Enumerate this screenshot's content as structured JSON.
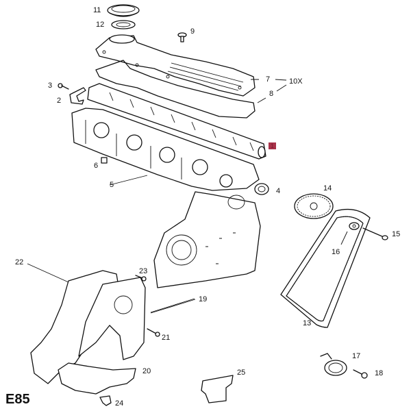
{
  "diagram": {
    "code": "E85",
    "highlight_color": "#a8324a",
    "callouts": [
      {
        "id": "1",
        "highlighted": true
      },
      {
        "id": "2"
      },
      {
        "id": "3"
      },
      {
        "id": "4"
      },
      {
        "id": "5"
      },
      {
        "id": "6"
      },
      {
        "id": "7"
      },
      {
        "id": "8"
      },
      {
        "id": "9"
      },
      {
        "id": "10X"
      },
      {
        "id": "11"
      },
      {
        "id": "12"
      },
      {
        "id": "13"
      },
      {
        "id": "14"
      },
      {
        "id": "15"
      },
      {
        "id": "16"
      },
      {
        "id": "17"
      },
      {
        "id": "18"
      },
      {
        "id": "19"
      },
      {
        "id": "20"
      },
      {
        "id": "21"
      },
      {
        "id": "22"
      },
      {
        "id": "23"
      },
      {
        "id": "24"
      },
      {
        "id": "25"
      }
    ]
  }
}
